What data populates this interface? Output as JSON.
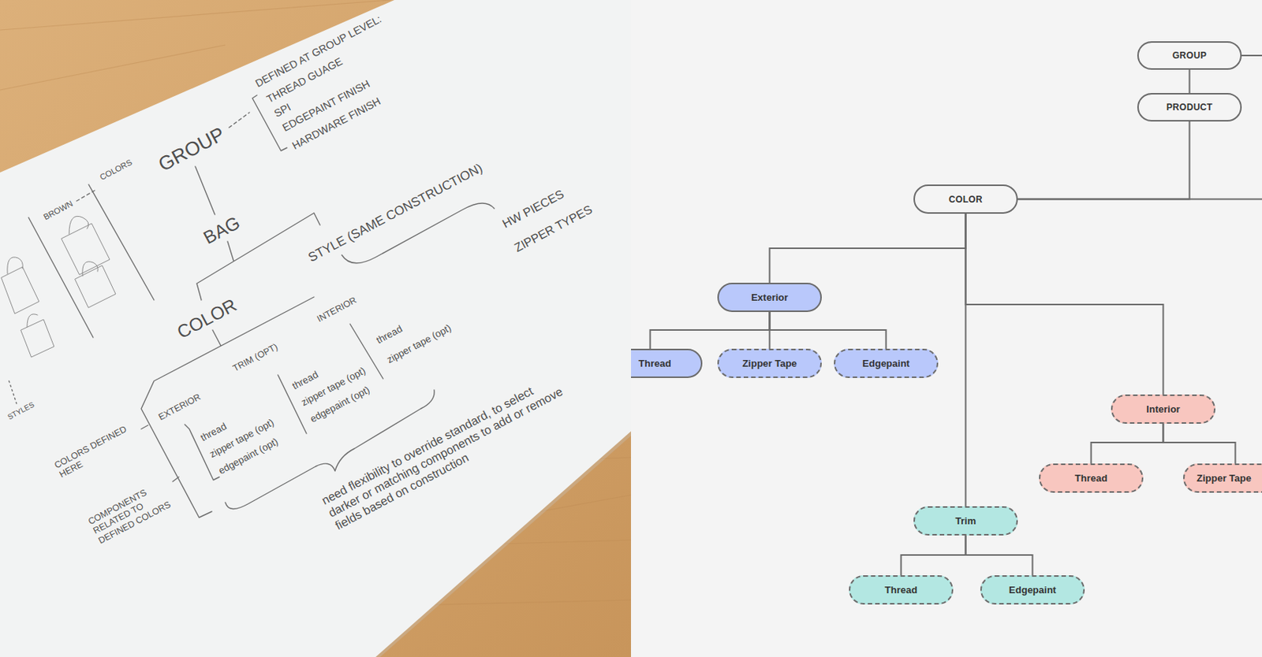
{
  "diagram": {
    "nodes": [
      {
        "text": [
          "GROUP"
        ]
      },
      {
        "text": [
          "PRODUCT"
        ]
      },
      {
        "text": [
          "COLOR"
        ]
      },
      {
        "text": [
          "Exterior"
        ]
      },
      {
        "text": [
          "Thread"
        ]
      },
      {
        "text": [
          "Zipper Tape"
        ]
      },
      {
        "text": [
          "Edgepaint"
        ]
      },
      {
        "text": [
          "Interior"
        ]
      },
      {
        "text": [
          "Thread"
        ]
      },
      {
        "text": [
          "Zipper Tape"
        ]
      },
      {
        "text": [
          "Trim"
        ]
      },
      {
        "text": [
          "Thread"
        ]
      },
      {
        "text": [
          "Edgepaint"
        ]
      }
    ],
    "edges": [
      {
        "from": 0,
        "to": 1,
        "arrow": "none"
      },
      {
        "from": 1,
        "to": 2,
        "arrow": "none"
      },
      {
        "from": 2,
        "to": 3,
        "arrow": "none"
      },
      {
        "from": 3,
        "to": 4,
        "arrow": "none"
      },
      {
        "from": 3,
        "to": 5,
        "arrow": "none"
      },
      {
        "from": 3,
        "to": 6,
        "arrow": "none"
      },
      {
        "from": 2,
        "to": 7,
        "arrow": "none"
      },
      {
        "from": 7,
        "to": 8,
        "arrow": "none"
      },
      {
        "from": 7,
        "to": 9,
        "arrow": "none"
      },
      {
        "from": 2,
        "to": 10,
        "arrow": "none"
      },
      {
        "from": 10,
        "to": 11,
        "arrow": "none"
      },
      {
        "from": 10,
        "to": 12,
        "arrow": "none"
      }
    ],
    "labels": [
      "DEFINED AT GROUP LEVEL:",
      "THREAD GUAGE",
      "SPI",
      "EDGEPAINT FINISH",
      "HARDWARE FINISH",
      "GROUP",
      "BAG",
      "STYLE (SAME CONSTRUCTION)",
      "HW PIECES",
      "ZIPPER TYPES",
      "BROWN",
      "COLORS",
      "COLOR",
      "INTERIOR",
      "TRIM (OPT)",
      "thread",
      "zipper tape (opt)",
      "thread",
      "zipper tape (opt)",
      "edgepaint (opt)",
      "EXTERIOR",
      "thread",
      "zipper tape (opt)",
      "edgepaint (opt)",
      "STYLES",
      "COLORS DEFINED HERE",
      "COMPONENTS RELATED TO DEFINED COLORS",
      "need flexibility to override standard, to select darker or matching components to add or remove fields based on construction"
    ]
  }
}
